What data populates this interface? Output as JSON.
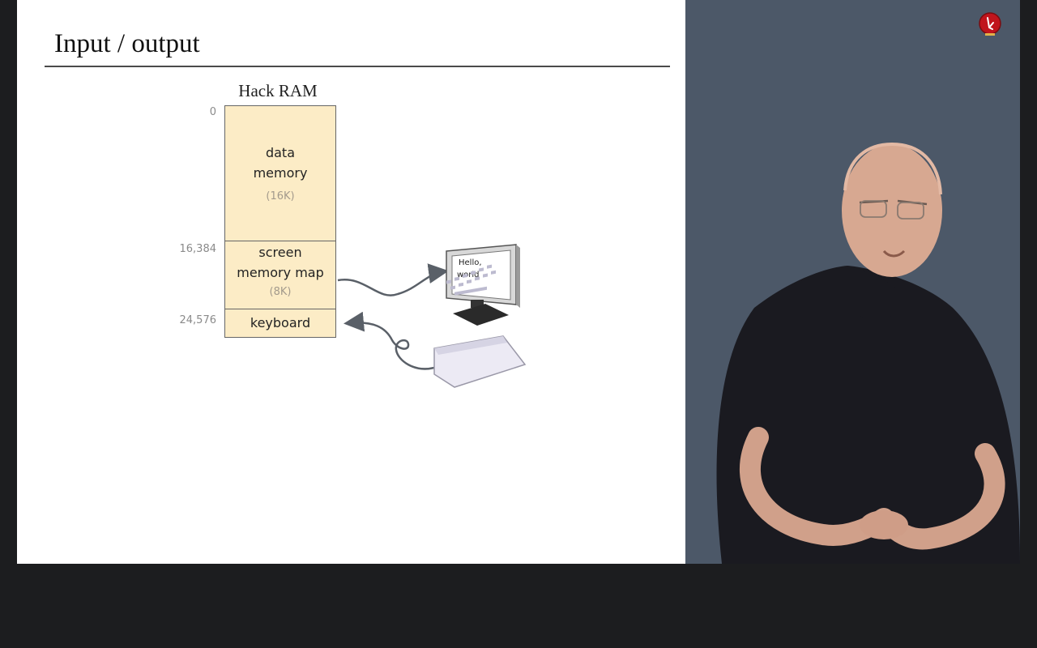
{
  "slide": {
    "title": "Input / output",
    "ram_title": "Hack RAM",
    "segments": {
      "data": {
        "line1": "data",
        "line2": "memory",
        "size": "(16K)"
      },
      "screen": {
        "line1": "screen",
        "line2": "memory map",
        "size": "(8K)"
      },
      "keyboard": {
        "line1": "keyboard"
      }
    },
    "addresses": {
      "a0": "0",
      "a1": "16,384",
      "a2": "24,576"
    },
    "monitor_text": {
      "line1": "Hello,",
      "line2": "world"
    },
    "icons": [
      "monitor-icon",
      "keyboard-icon"
    ]
  },
  "presenter": {
    "logo_icon": "channel-logo-icon",
    "background_color": "#4c5868"
  },
  "colors": {
    "ram_fill": "#fcecc6",
    "arrow": "#5a6068",
    "logo_red": "#c0141c"
  }
}
